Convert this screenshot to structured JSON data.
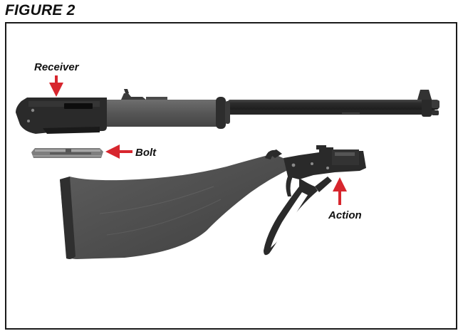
{
  "figure": {
    "title": "FIGURE 2"
  },
  "callouts": {
    "receiver": "Receiver",
    "bolt": "Bolt",
    "action": "Action"
  },
  "colors": {
    "arrow": "#d7262e",
    "metal_dark": "#2b2b2b",
    "wood": "#565656",
    "frame": "#1a1a1a"
  }
}
